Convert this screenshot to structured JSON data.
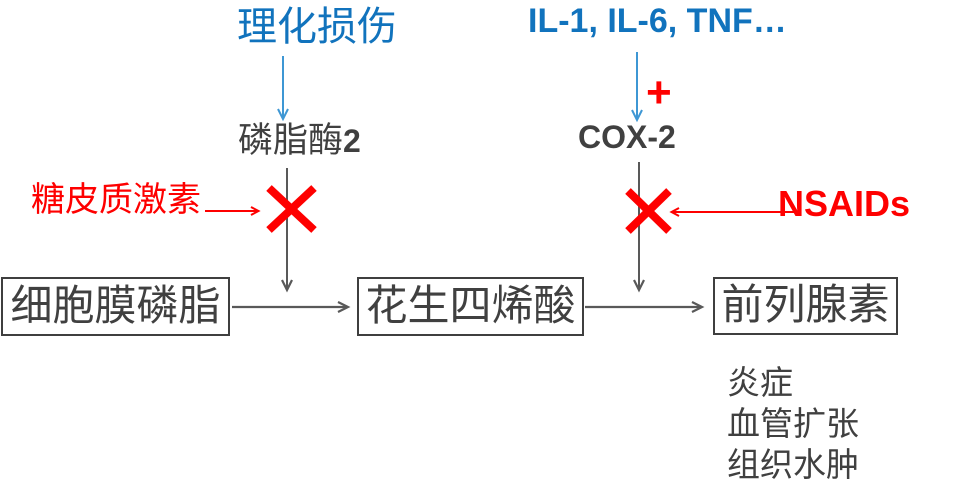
{
  "colors": {
    "blue_text": "#1173BD",
    "blue_arrow": "#3E97D4",
    "red": "#FE0000",
    "dark_text": "#404040",
    "gray_arrow": "#595959",
    "box_border": "#3F3F3F",
    "background": "#FFFFFF"
  },
  "diagram": {
    "stimuli": {
      "physical_injury": "理化损伤",
      "cytokines": "IL-1, IL-6, TNF…"
    },
    "enzymes": {
      "phospholipase_name": "磷脂酶",
      "phospholipase_number": "2",
      "cox2": "COX-2"
    },
    "induction_plus": "+",
    "inhibitors": {
      "glucocorticoid": "糖皮质激素",
      "nsaids": "NSAIDs"
    },
    "pathway": {
      "membrane_phospholipid": "细胞膜磷脂",
      "arachidonic_acid": "花生四烯酸",
      "prostaglandin": "前列腺素"
    },
    "effects": [
      "炎症",
      "血管扩张",
      "组织水肿"
    ],
    "icons": {
      "block_marks": "x-mark",
      "induction_mark": "plus"
    }
  }
}
